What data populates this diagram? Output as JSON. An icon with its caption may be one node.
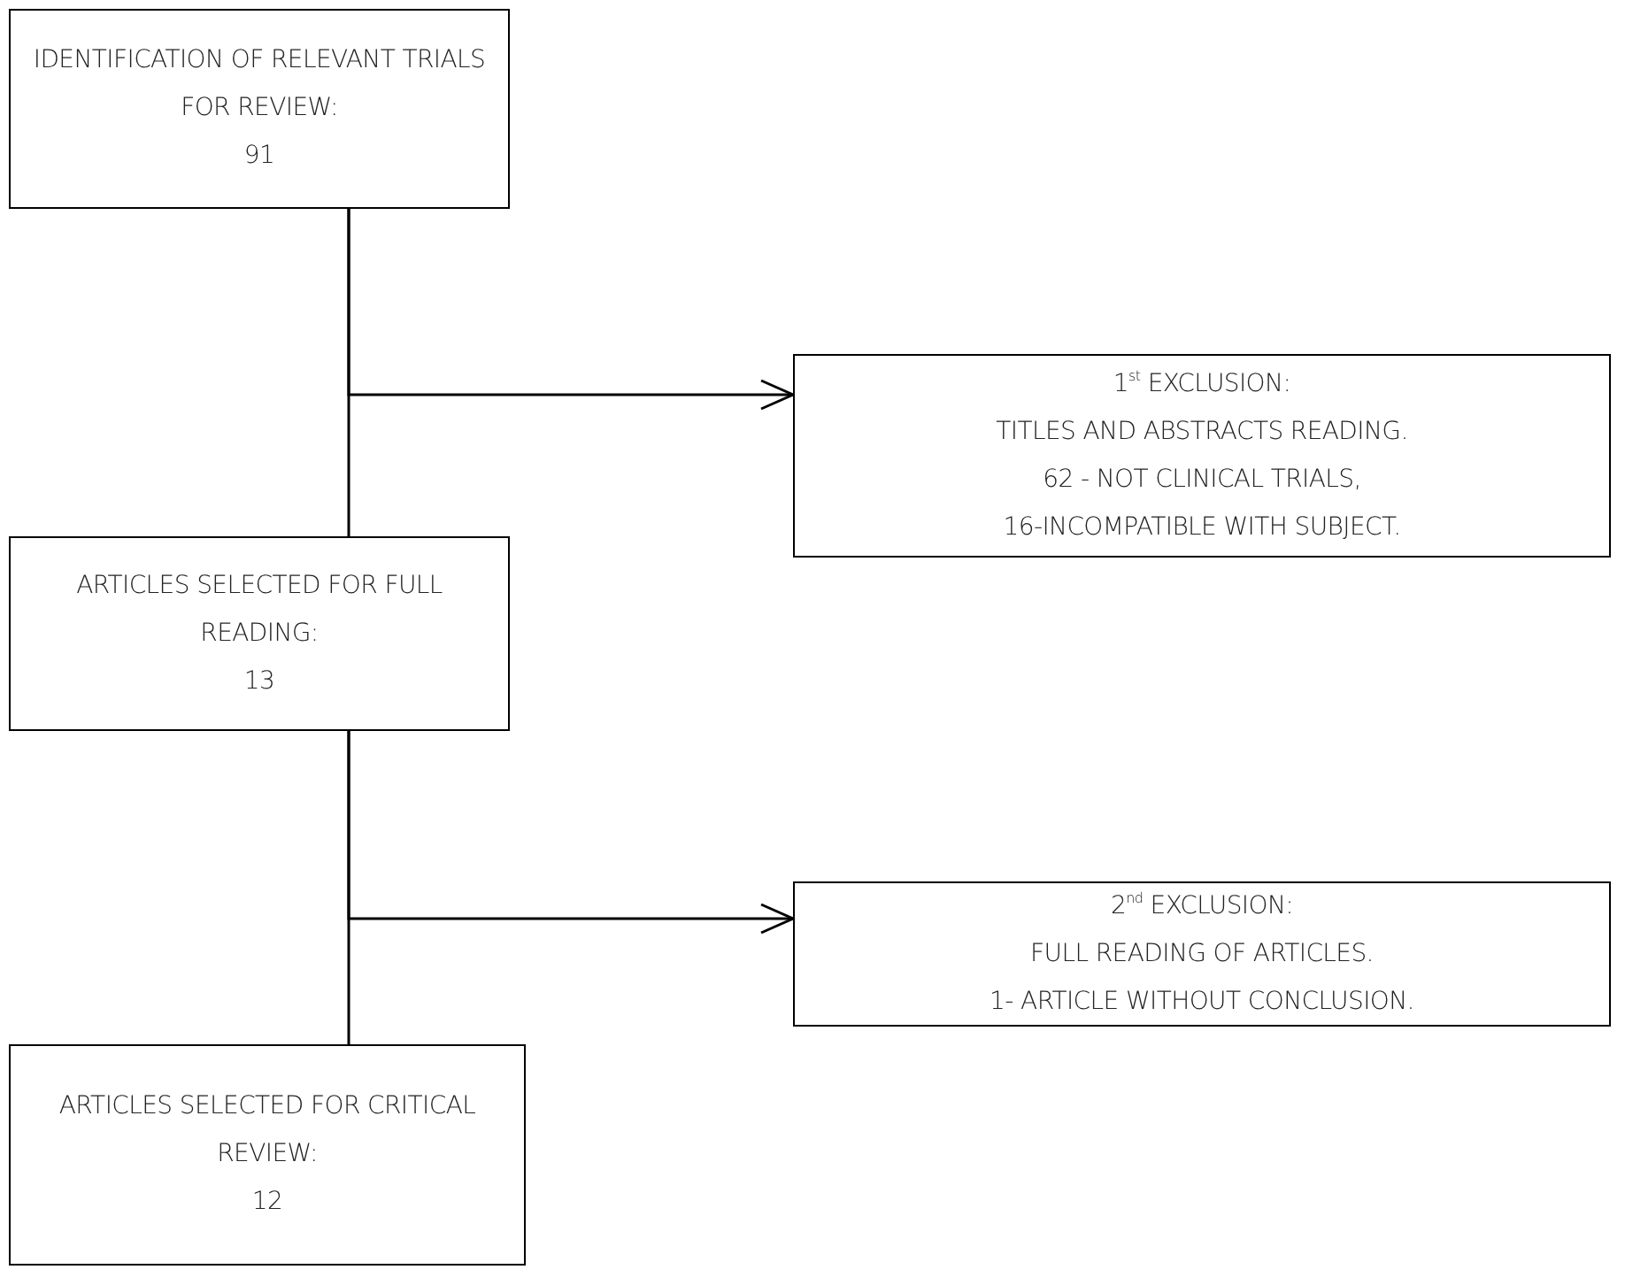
{
  "diagram": {
    "nodes": [
      {
        "text": [
          "IDENTIFICATION OF RELEVANT TRIALS FOR REVIEW:",
          "91"
        ]
      },
      {
        "text": [
          "1$^{st}$ EXCLUSION:",
          "TITLES AND ABSTRACTS READING.",
          "62 - NOT CLINICAL TRIALS,",
          "16-INCOMPATIBLE WITH SUBJECT."
        ]
      },
      {
        "text": [
          "ARTICLES SELECTED FOR FULL READING:",
          "13"
        ]
      },
      {
        "text": [
          "2$^{nd}$ EXCLUSION:",
          "FULL READING OF ARTICLES.",
          "1- ARTICLE WITHOUT CONCLUSION."
        ]
      },
      {
        "text": [
          "ARTICLES SELECTED FOR CRITICAL REVIEW:",
          "12"
        ]
      }
    ],
    "edges": [
      {
        "from": 0,
        "to": 2,
        "arrow": "none"
      },
      {
        "from": 0,
        "to": 1,
        "arrow": "to"
      },
      {
        "from": 2,
        "to": 4,
        "arrow": "none"
      },
      {
        "from": 2,
        "to": 3,
        "arrow": "to"
      }
    ]
  }
}
